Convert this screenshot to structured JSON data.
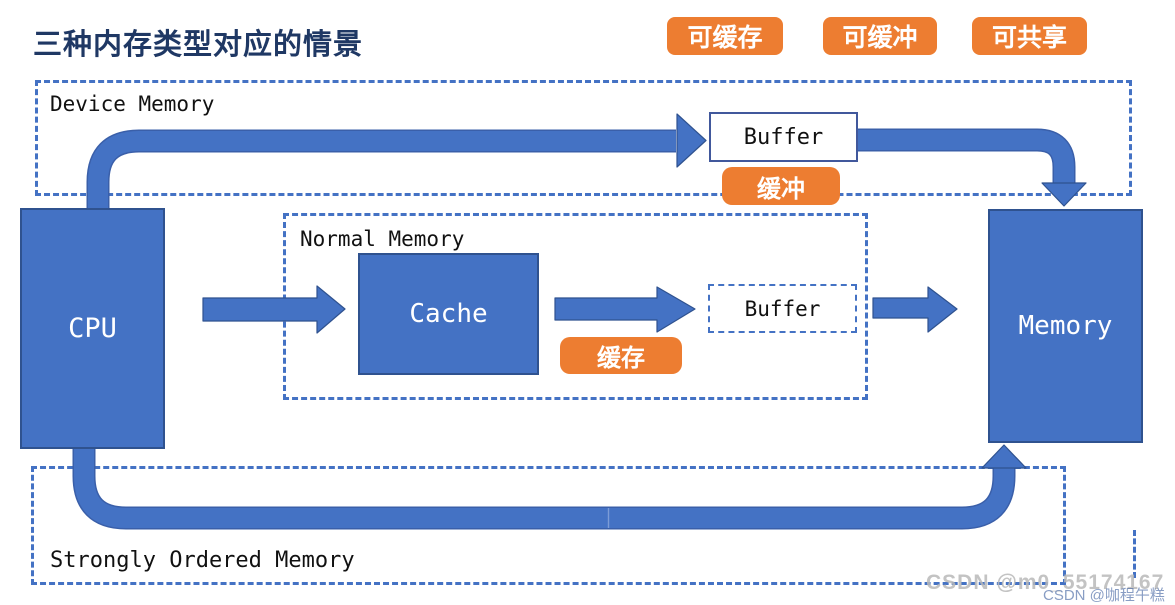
{
  "title": "三种内存类型对应的情景",
  "legend_badges": [
    {
      "id": "cacheable",
      "label": "可缓存"
    },
    {
      "id": "bufferable",
      "label": "可缓冲"
    },
    {
      "id": "shareable",
      "label": "可共享"
    }
  ],
  "regions": {
    "device_memory": {
      "label": "Device Memory"
    },
    "normal_memory": {
      "label": "Normal Memory"
    },
    "strongly_ordered_memory": {
      "label": "Strongly Ordered Memory"
    }
  },
  "nodes": {
    "cpu": {
      "label": "CPU"
    },
    "cache": {
      "label": "Cache"
    },
    "buffer_device": {
      "label": "Buffer"
    },
    "buffer_normal": {
      "label": "Buffer"
    },
    "memory": {
      "label": "Memory"
    }
  },
  "tags": {
    "buffer_tag": {
      "label": "缓冲"
    },
    "cache_tag": {
      "label": "缓存"
    }
  },
  "watermarks": {
    "primary": "CSDN @m0_55174167",
    "secondary": "CSDN @咖程午糕"
  },
  "colors": {
    "node_blue": "#4472C4",
    "node_border": "#2F528F",
    "accent_orange": "#ED7D31",
    "title_navy": "#1F3864",
    "dashed_blue": "#4472C4"
  }
}
